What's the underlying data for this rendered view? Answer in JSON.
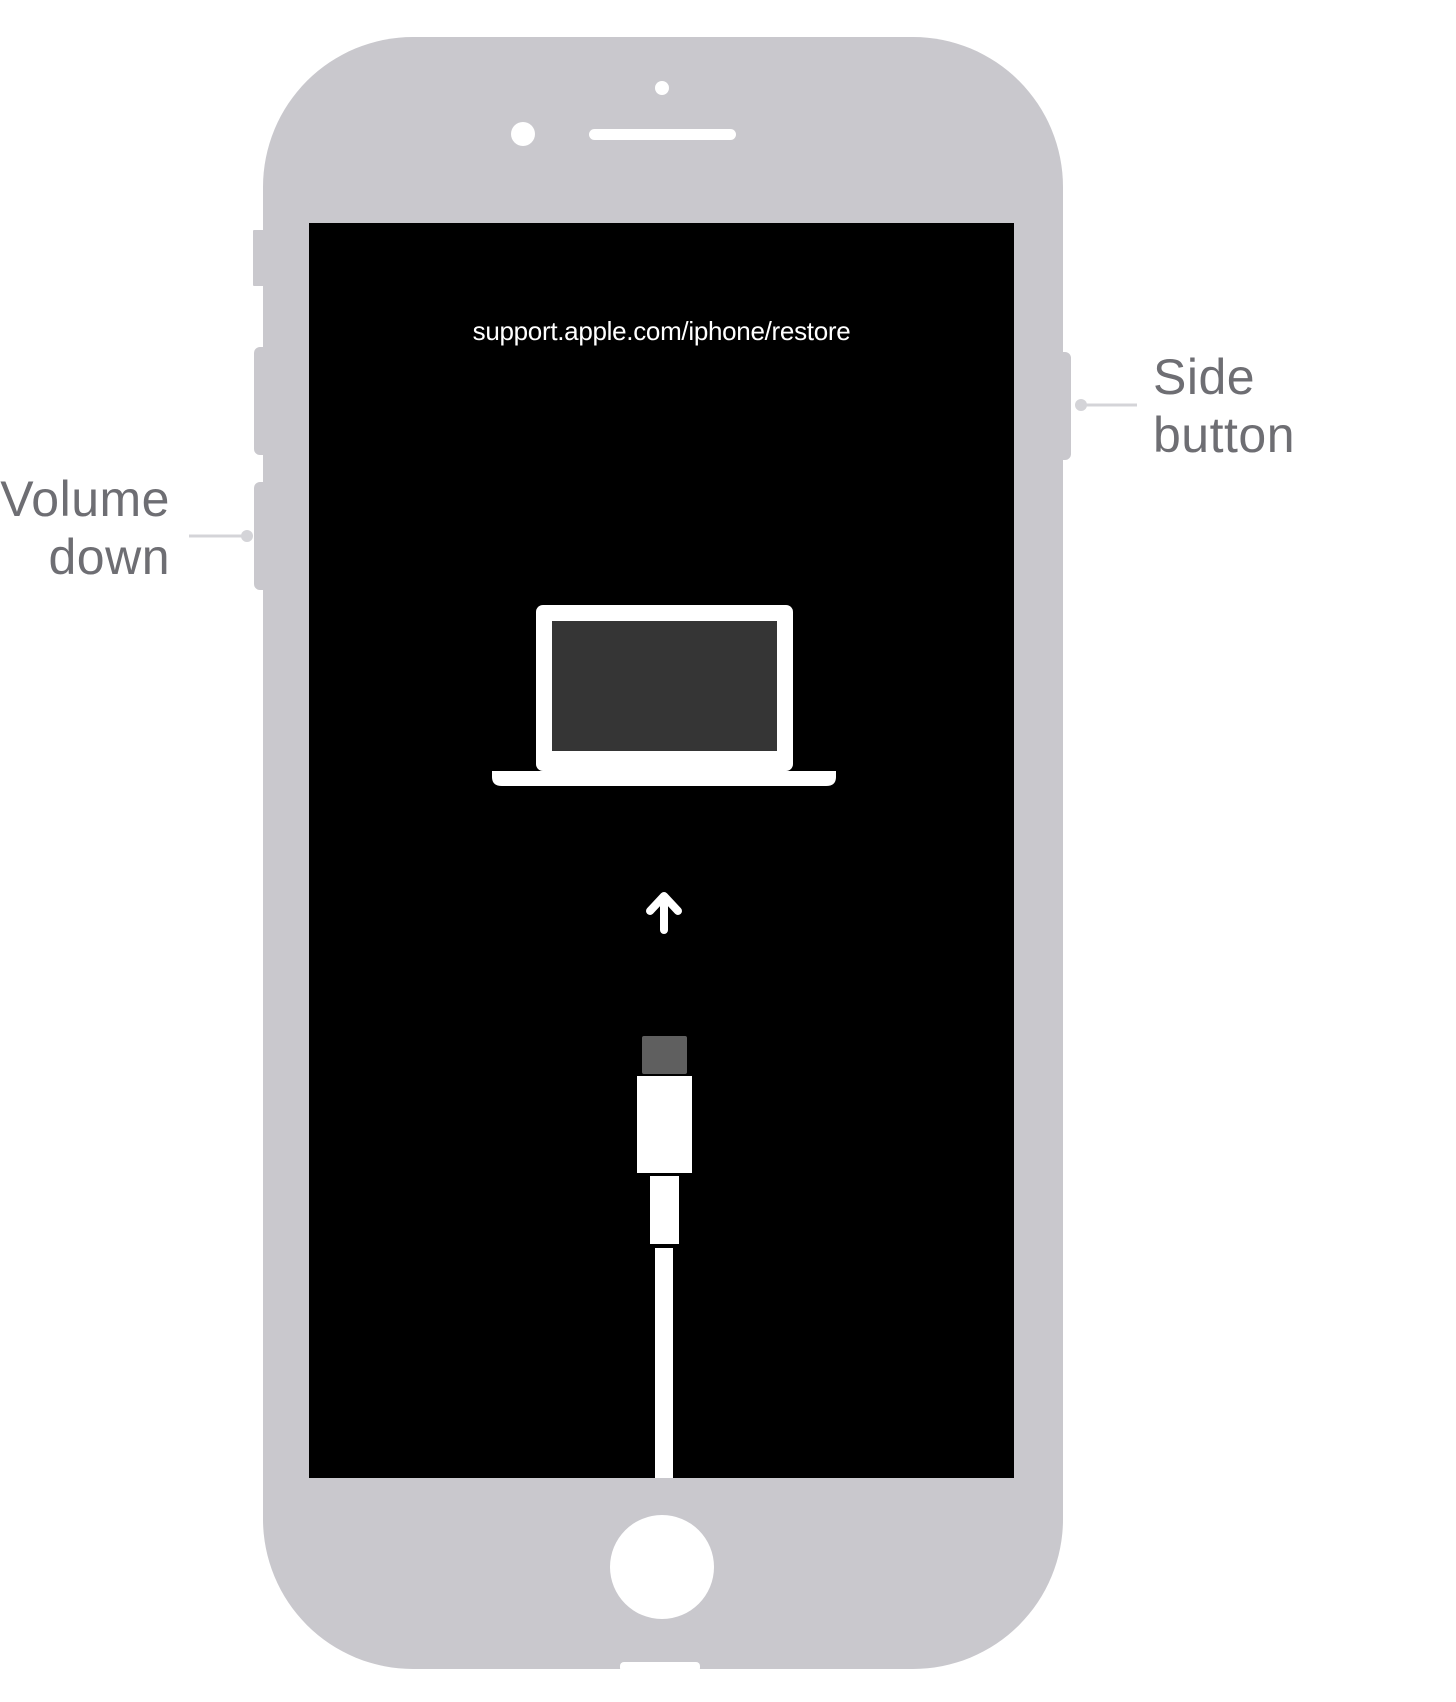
{
  "screen": {
    "url_text": "support.apple.com/iphone/restore"
  },
  "callouts": {
    "side_button": [
      "Side",
      "button"
    ],
    "volume_down": [
      "Volume",
      "down"
    ]
  },
  "icons": {
    "computer": "laptop-icon",
    "direction": "arrow-up-icon",
    "cable": "lightning-cable-icon"
  },
  "colors": {
    "phone_body": "#c9c8cd",
    "screen": "#000000",
    "laptop_display": "#353535",
    "cable_tip": "#5f5f5f",
    "label_text": "#6e6e73",
    "leader_line": "#d4d4d8"
  }
}
